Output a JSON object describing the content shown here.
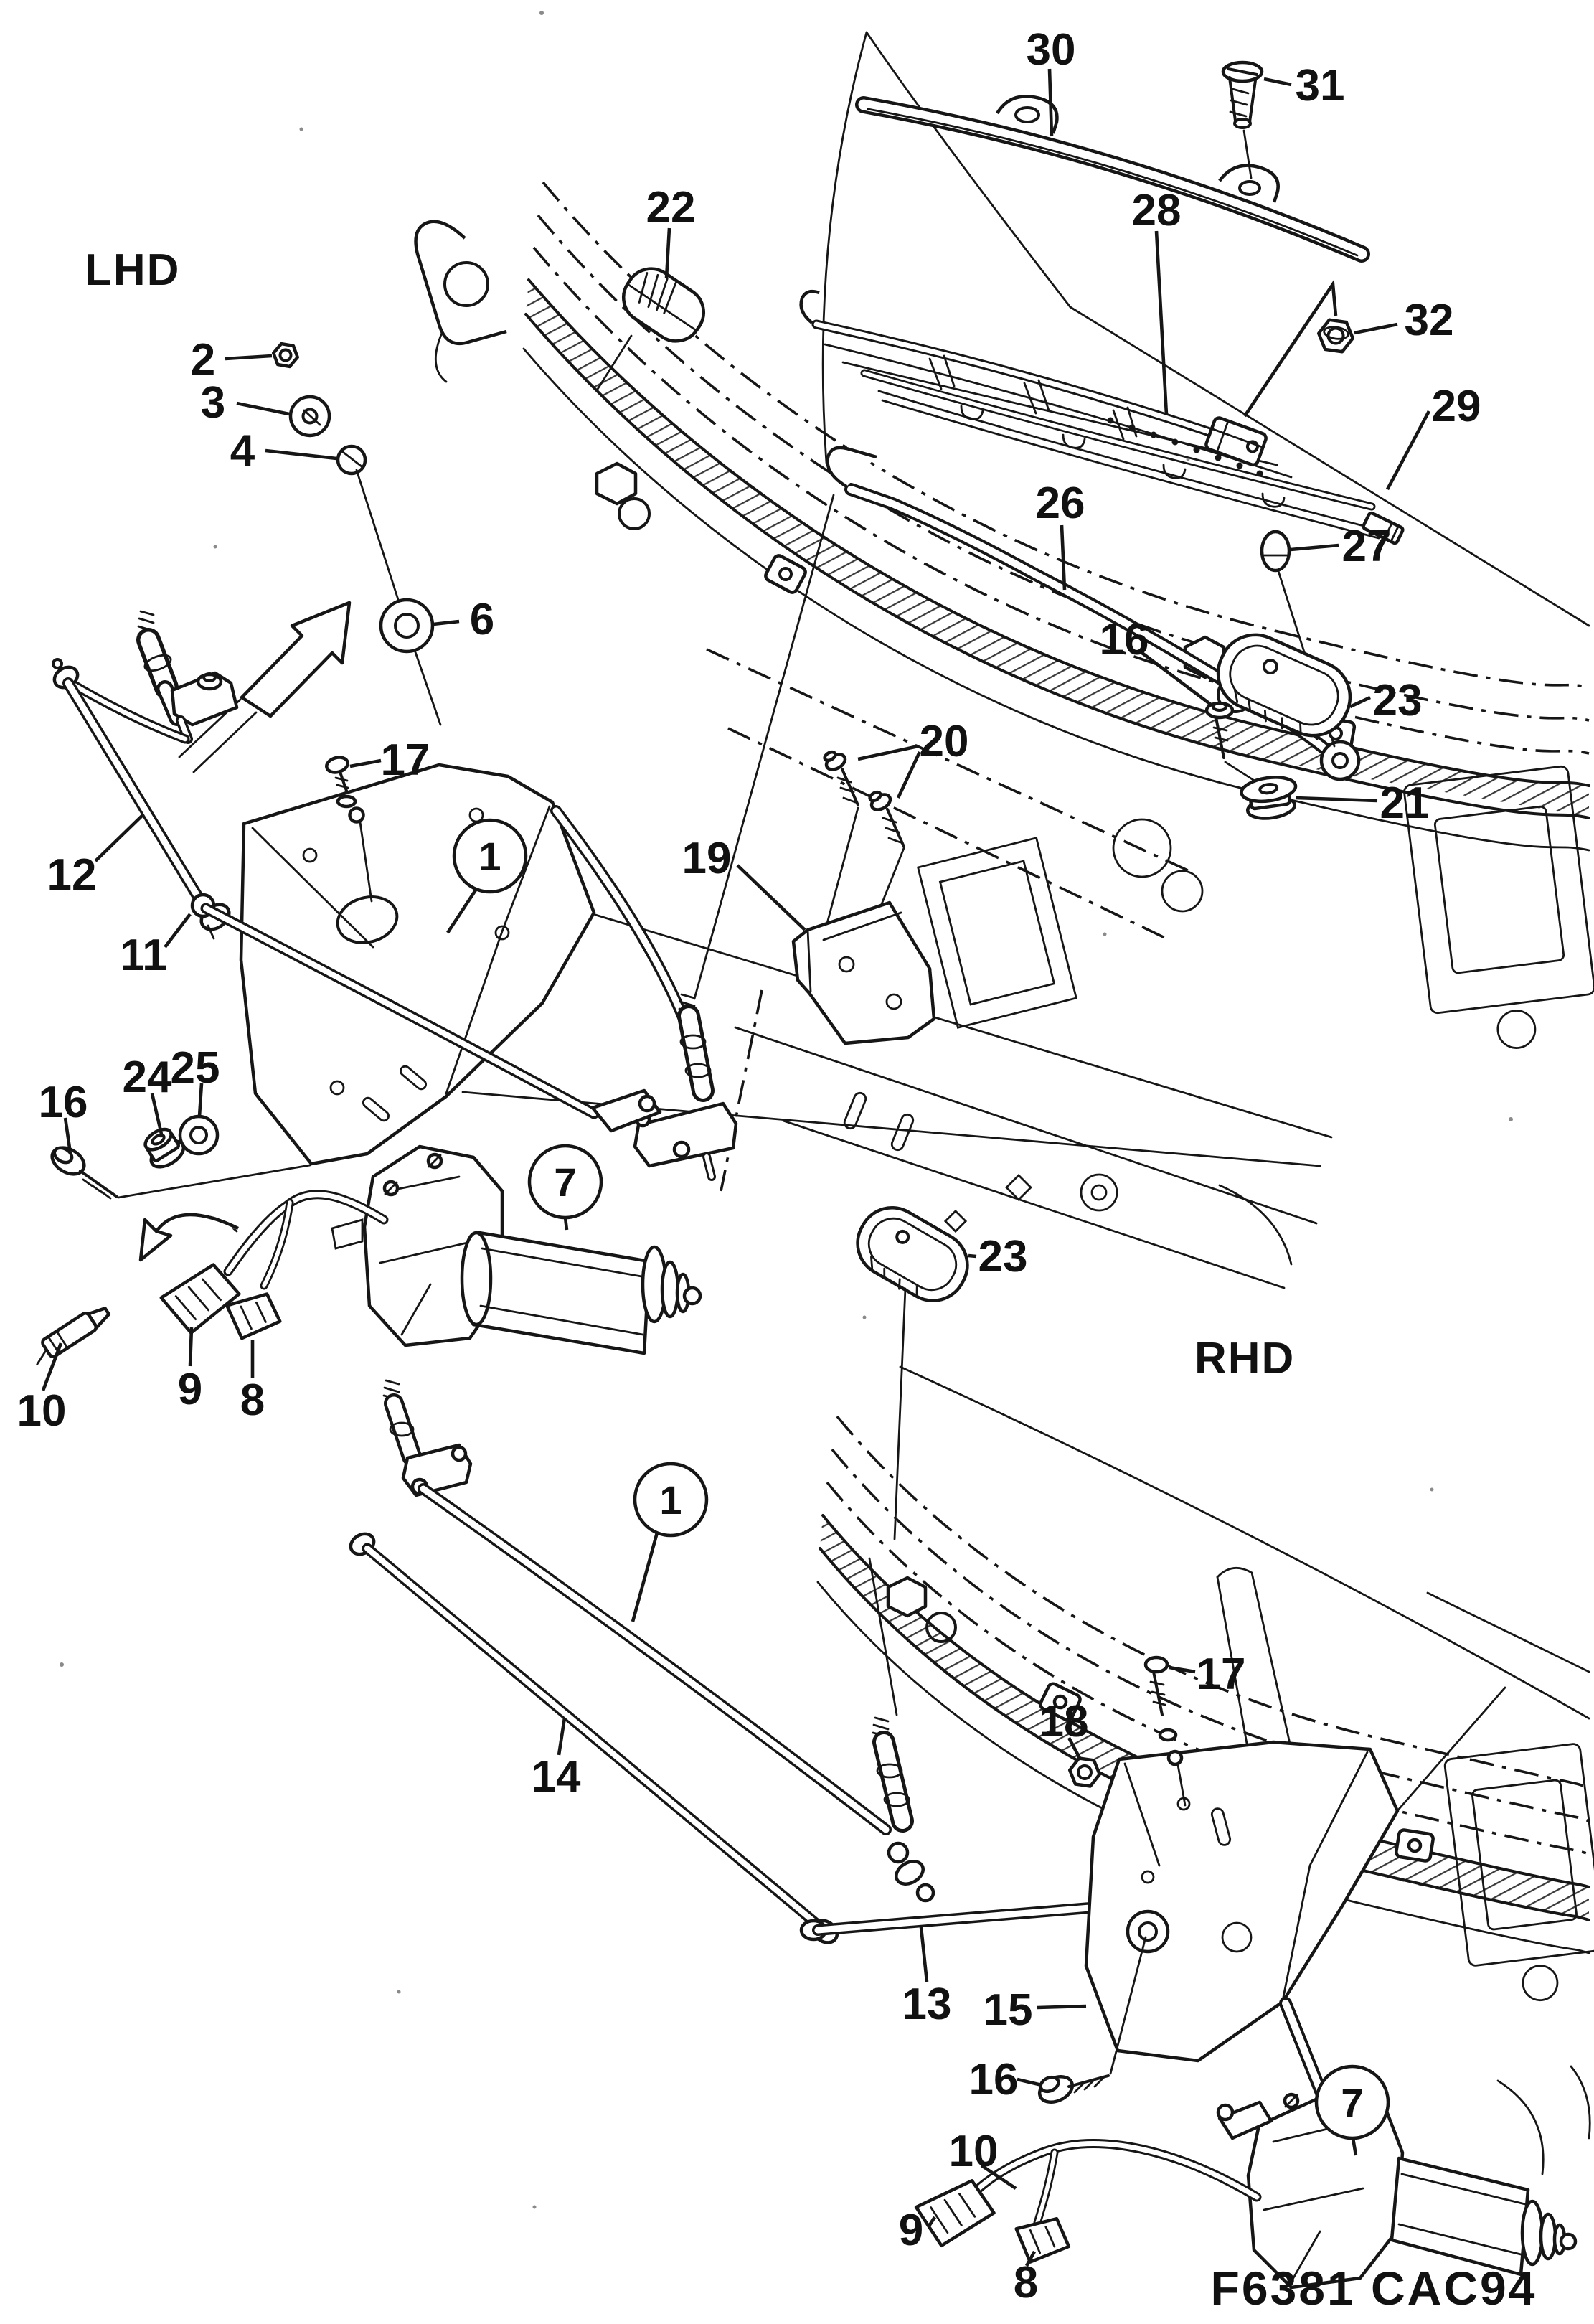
{
  "page": {
    "background": "#ffffff",
    "ink": "#161616"
  },
  "header": {
    "variant_left": "LHD",
    "variant_right": "RHD",
    "figure_code": "F6381 CAC94"
  },
  "callouts": [
    {
      "text": "30"
    },
    {
      "text": "31"
    },
    {
      "text": "22"
    },
    {
      "text": "28"
    },
    {
      "text": "2"
    },
    {
      "text": "32"
    },
    {
      "text": "3"
    },
    {
      "text": "29"
    },
    {
      "text": "4"
    },
    {
      "text": "26"
    },
    {
      "text": "27"
    },
    {
      "text": "6"
    },
    {
      "text": "16"
    },
    {
      "text": "23"
    },
    {
      "text": "20"
    },
    {
      "text": "21"
    },
    {
      "text": "17"
    },
    {
      "text": "19"
    },
    {
      "text": "1"
    },
    {
      "text": "12"
    },
    {
      "text": "11"
    },
    {
      "text": "24"
    },
    {
      "text": "25"
    },
    {
      "text": "16"
    },
    {
      "text": "7"
    },
    {
      "text": "23"
    },
    {
      "text": "9"
    },
    {
      "text": "8"
    },
    {
      "text": "10"
    },
    {
      "text": "1"
    },
    {
      "text": "17"
    },
    {
      "text": "18"
    },
    {
      "text": "14"
    },
    {
      "text": "13"
    },
    {
      "text": "15"
    },
    {
      "text": "16"
    },
    {
      "text": "10"
    },
    {
      "text": "9"
    },
    {
      "text": "8"
    },
    {
      "text": "7"
    }
  ]
}
